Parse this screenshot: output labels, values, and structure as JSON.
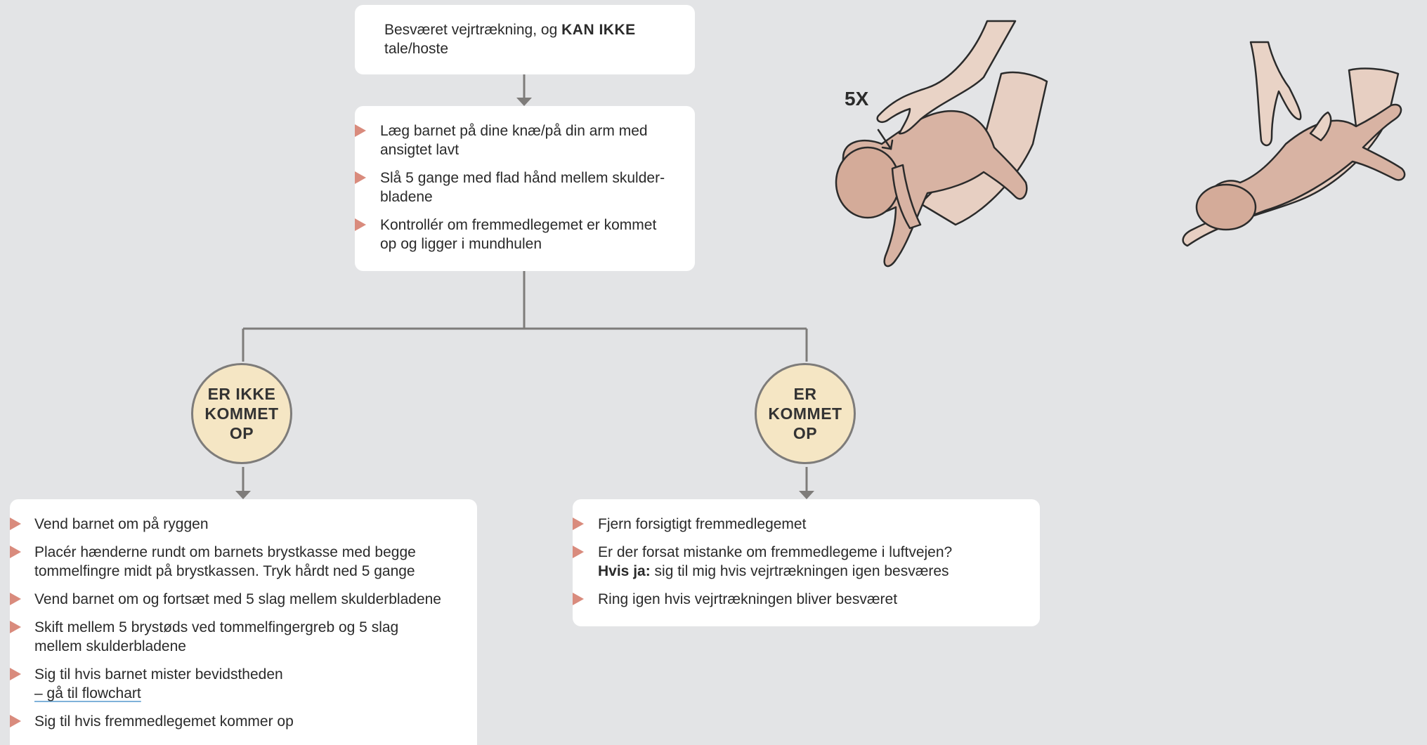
{
  "top_box": {
    "text_pre": "Besværet vejrtrækning, og ",
    "text_bold": "KAN IKKE",
    "text_line2": "tale/hoste"
  },
  "step_box": {
    "items": [
      {
        "l1": "Læg barnet på dine knæ/på din arm med",
        "l2": "ansigtet lavt"
      },
      {
        "l1": "Slå 5 gange med flad hånd mellem skulder-",
        "l2": "bladene"
      },
      {
        "l1": "Kontrollér om fremmedlegemet er kommet",
        "l2": "op og ligger i mundhulen"
      }
    ]
  },
  "illustration": {
    "label": "5X"
  },
  "branch_left": {
    "l1": "ER IKKE",
    "l2": "KOMMET",
    "l3": "OP"
  },
  "branch_right": {
    "l1": "ER",
    "l2": "KOMMET",
    "l3": "OP"
  },
  "left_box": {
    "items": [
      {
        "l1": "Vend barnet om på ryggen",
        "l2": ""
      },
      {
        "l1": "Placér hænderne rundt om barnets brystkasse med begge",
        "l2": "tommelfingre midt på brystkassen. Tryk hårdt ned 5 gange"
      },
      {
        "l1": "Vend barnet om og fortsæt med 5 slag mellem skulderbladene",
        "l2": ""
      },
      {
        "l1": "Skift mellem 5 brystøds ved tommelfingergreb og 5 slag",
        "l2": "mellem skulderbladene"
      },
      {
        "l1": "Sig til hvis barnet mister bevidstheden",
        "l2": "– gå til flowchart"
      },
      {
        "l1": "Sig til hvis fremmedlegemet kommer op",
        "l2": ""
      }
    ]
  },
  "right_box": {
    "item1": "Fjern forsigtigt fremmedlegemet",
    "item2_l1": "Er der forsat mistanke om fremmedlegeme i luftvejen?",
    "item2_bold": "Hvis ja:",
    "item2_rest": " sig til mig hvis vejrtrækningen igen besværes",
    "item3": "Ring igen hvis vejrtrækningen bliver besværet"
  },
  "colors": {
    "background": "#e3e4e6",
    "bullet": "#d98b7d",
    "circle_fill": "#f5e6c4",
    "connector": "#7e7c7a",
    "skin": "#d8b3a3"
  }
}
